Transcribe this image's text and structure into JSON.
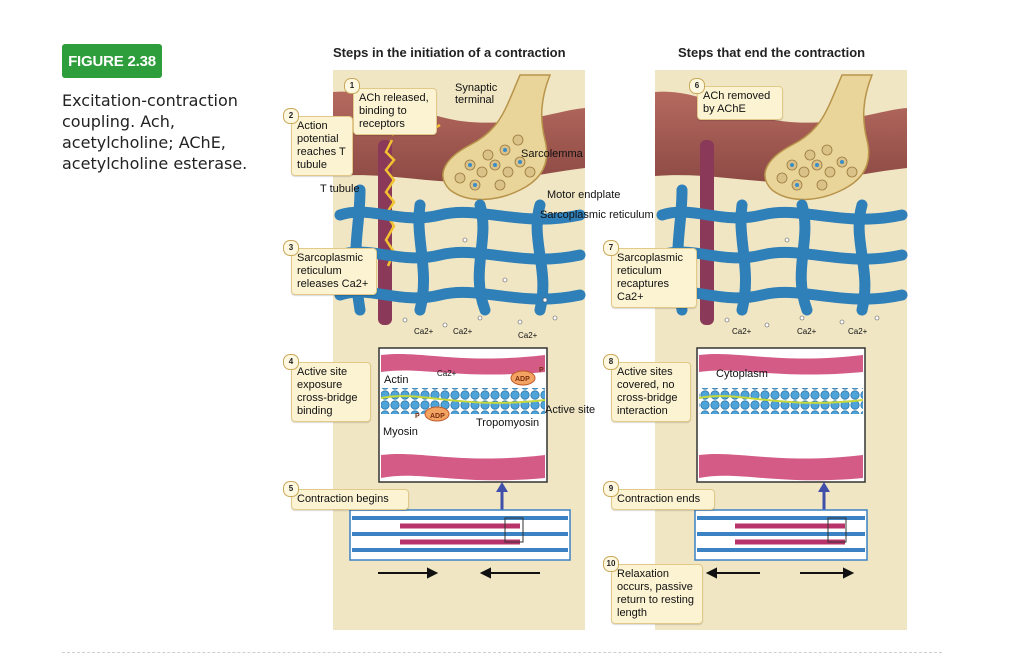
{
  "figure": {
    "badge": "FIGURE 2.38",
    "caption": "Excitation-contraction coupling. Ach, acetylcholine; AChE, acetylcholine esterase."
  },
  "columns": {
    "left_title": "Steps in the initiation of a contraction",
    "right_title": "Steps that end the contraction"
  },
  "steps": [
    {
      "num": "1",
      "text": "ACh released, binding to receptors"
    },
    {
      "num": "2",
      "text": "Action potential reaches T tubule"
    },
    {
      "num": "3",
      "text": "Sarcoplasmic reticulum releases Ca2+"
    },
    {
      "num": "4",
      "text": "Active site exposure cross-bridge binding"
    },
    {
      "num": "5",
      "text": "Contraction begins"
    },
    {
      "num": "6",
      "text": "ACh removed by AChE"
    },
    {
      "num": "7",
      "text": "Sarcoplasmic reticulum recaptures Ca2+"
    },
    {
      "num": "8",
      "text": "Active sites covered, no cross-bridge interaction"
    },
    {
      "num": "9",
      "text": "Contraction ends"
    },
    {
      "num": "10",
      "text": "Relaxation occurs, passive return to resting length"
    }
  ],
  "labels": {
    "synaptic_terminal": "Synaptic terminal",
    "sarcolemma": "Sarcolemma",
    "t_tubule": "T tubule",
    "motor_endplate": "Motor endplate",
    "sarcoplasmic_reticulum": "Sarcoplasmic reticulum",
    "actin": "Actin",
    "myosin": "Myosin",
    "tropomyosin": "Tropomyosin",
    "active_site": "Active site",
    "cytoplasm": "Cytoplasm",
    "ca": "Ca2+",
    "adp": "ADP",
    "p": "P"
  },
  "colors": {
    "badge_green": "#2e9e3c",
    "panel_tan": "#f0e6c4",
    "reticulum_blue": "#2f7fb8",
    "muscle_pink": "#c84c78",
    "membrane_brown": "#a8645a"
  }
}
